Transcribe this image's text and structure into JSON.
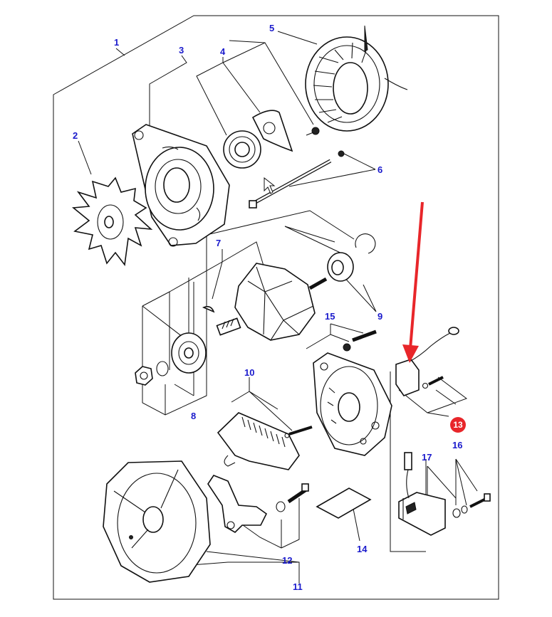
{
  "diagram": {
    "callouts": [
      {
        "id": "c1",
        "label": "1"
      },
      {
        "id": "c2",
        "label": "2"
      },
      {
        "id": "c3",
        "label": "3"
      },
      {
        "id": "c4",
        "label": "4"
      },
      {
        "id": "c5",
        "label": "5"
      },
      {
        "id": "c6",
        "label": "6"
      },
      {
        "id": "c7",
        "label": "7"
      },
      {
        "id": "c8",
        "label": "8"
      },
      {
        "id": "c9",
        "label": "9"
      },
      {
        "id": "c10",
        "label": "10"
      },
      {
        "id": "c11",
        "label": "11"
      },
      {
        "id": "c12",
        "label": "12"
      },
      {
        "id": "c13",
        "label": "13"
      },
      {
        "id": "c14",
        "label": "14"
      },
      {
        "id": "c15",
        "label": "15"
      },
      {
        "id": "c16",
        "label": "16"
      },
      {
        "id": "c17",
        "label": "17"
      }
    ],
    "highlight": {
      "label": "13",
      "color": "#e8262a",
      "arrow_color": "#e8262a"
    },
    "callout_color": "#1a1acc"
  }
}
